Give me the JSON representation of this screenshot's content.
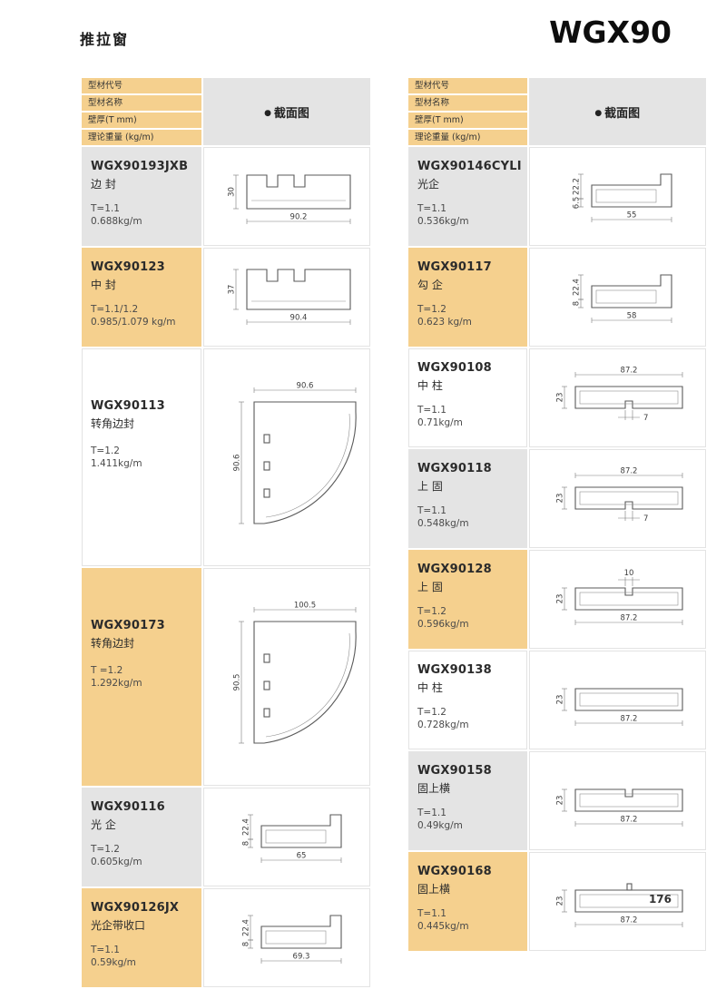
{
  "page": {
    "title_left": "推拉窗",
    "title_right": "WGX90",
    "page_number": "176"
  },
  "colors": {
    "beige": "#f5d08e",
    "gray": "#e4e4e4",
    "white": "#ffffff"
  },
  "table_header": {
    "rows": [
      "型材代号",
      "型材名称",
      "壁厚(T mm)",
      "理论重量 (kg/m)"
    ],
    "bullet": "●",
    "section_label": "截面图"
  },
  "left_table": {
    "rows": [
      {
        "code": "WGX90193JXB",
        "name": "边 封",
        "thickness": "T=1.1",
        "weight": "0.688kg/m",
        "bg": "gray",
        "tall": false,
        "diagram": {
          "type": "channel",
          "left": [
            "30"
          ],
          "bottom": "90.2"
        }
      },
      {
        "code": "WGX90123",
        "name": "中 封",
        "thickness": "T=1.1/1.2",
        "weight": "0.985/1.079 kg/m",
        "bg": "beige",
        "tall": false,
        "diagram": {
          "type": "channel",
          "left": [
            "37"
          ],
          "bottom": "90.4"
        }
      },
      {
        "code": "WGX90113",
        "name": "转角边封",
        "thickness": "T=1.2",
        "weight": "1.411kg/m",
        "bg": "white",
        "tall": true,
        "diagram": {
          "type": "corner",
          "top": "90.6",
          "left": [
            "90.6"
          ]
        }
      },
      {
        "code": "WGX90173",
        "name": "转角边封",
        "thickness": "T =1.2",
        "weight": "1.292kg/m",
        "bg": "beige",
        "tall": true,
        "diagram": {
          "type": "corner",
          "top": "100.5",
          "left": [
            "90.5"
          ]
        }
      },
      {
        "code": "WGX90116",
        "name": "光 企",
        "thickness": "T=1.2",
        "weight": "0.605kg/m",
        "bg": "gray",
        "tall": false,
        "diagram": {
          "type": "rail",
          "left": [
            "22.4",
            "8"
          ],
          "bottom": "65"
        }
      },
      {
        "code": "WGX90126JX",
        "name": "光企带收口",
        "thickness": "T=1.1",
        "weight": "0.59kg/m",
        "bg": "beige",
        "tall": false,
        "diagram": {
          "type": "rail",
          "left": [
            "22.4",
            "8"
          ],
          "bottom": "69.3"
        }
      }
    ]
  },
  "right_table": {
    "rows": [
      {
        "code": "WGX90146CYLI",
        "name": "光企",
        "thickness": "T=1.1",
        "weight": "0.536kg/m",
        "bg": "gray",
        "tall": false,
        "diagram": {
          "type": "rail",
          "left": [
            "22.2",
            "6.5"
          ],
          "bottom": "55"
        }
      },
      {
        "code": "WGX90117",
        "name": "勾 企",
        "thickness": "T=1.2",
        "weight": "0.623 kg/m",
        "bg": "beige",
        "tall": false,
        "diagram": {
          "type": "rail",
          "left": [
            "22.4",
            "8"
          ],
          "bottom": "58"
        }
      },
      {
        "code": "WGX90108",
        "name": "中 柱",
        "thickness": "T=1.1",
        "weight": "0.71kg/m",
        "bg": "white",
        "tall": false,
        "diagram": {
          "type": "bar",
          "top": "87.2",
          "left": [
            "23"
          ],
          "small": "7",
          "notch": "bottom"
        }
      },
      {
        "code": "WGX90118",
        "name": "上 固",
        "thickness": "T=1.1",
        "weight": "0.548kg/m",
        "bg": "gray",
        "tall": false,
        "diagram": {
          "type": "bar",
          "top": "87.2",
          "left": [
            "23"
          ],
          "small": "7",
          "notch": "bottom"
        }
      },
      {
        "code": "WGX90128",
        "name": "上 固",
        "thickness": "T=1.2",
        "weight": "0.596kg/m",
        "bg": "beige",
        "tall": false,
        "diagram": {
          "type": "bar",
          "bottom": "87.2",
          "left": [
            "23"
          ],
          "small": "10",
          "notch": "top"
        }
      },
      {
        "code": "WGX90138",
        "name": "中 柱",
        "thickness": "T=1.2",
        "weight": "0.728kg/m",
        "bg": "white",
        "tall": false,
        "diagram": {
          "type": "bar",
          "bottom": "87.2",
          "left": [
            "23"
          ],
          "notch": "none"
        }
      },
      {
        "code": "WGX90158",
        "name": "固上横",
        "thickness": "T=1.1",
        "weight": "0.49kg/m",
        "bg": "gray",
        "tall": false,
        "diagram": {
          "type": "bar",
          "bottom": "87.2",
          "left": [
            "23"
          ],
          "notch": "top"
        }
      },
      {
        "code": "WGX90168",
        "name": "固上横",
        "thickness": "T=1.1",
        "weight": "0.445kg/m",
        "bg": "beige",
        "tall": false,
        "diagram": {
          "type": "bar",
          "bottom": "87.2",
          "left": [
            "23"
          ],
          "notch": "none",
          "pin": true
        }
      }
    ]
  }
}
